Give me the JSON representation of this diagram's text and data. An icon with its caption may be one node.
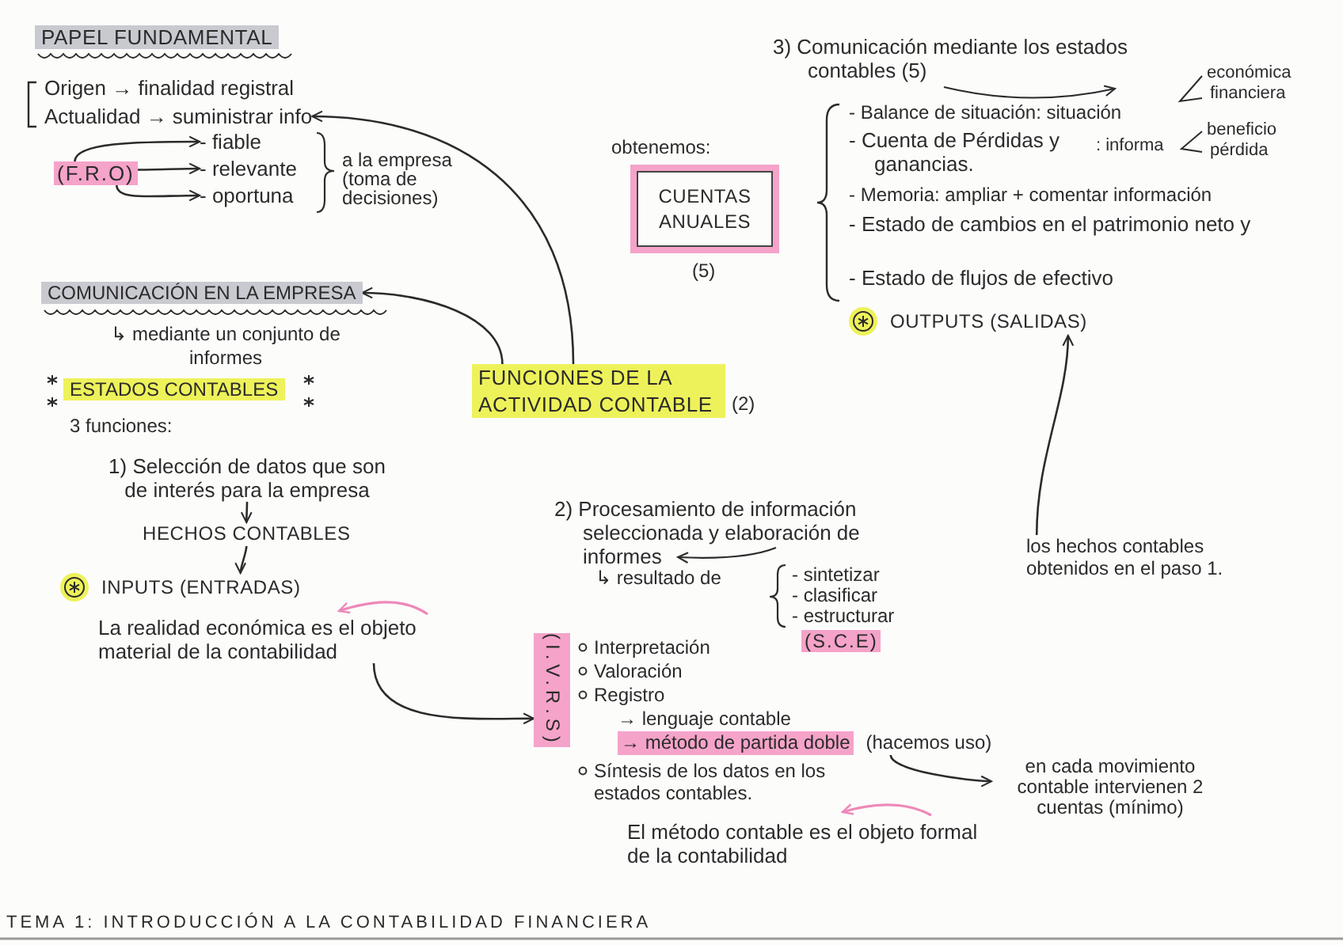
{
  "diagram": {
    "title": "TEMA 1: INTRODUCCIÓN A LA CONTABILIDAD FINANCIERA",
    "nodes": [
      {
        "text": [
          "PAPEL FUNDAMENTAL"
        ]
      },
      {
        "text": [
          "Actualidad → suministrar info"
        ]
      },
      {
        "text": [
          "(F.R.O)"
        ]
      },
      {
        "text": [
          "- fiable"
        ]
      },
      {
        "text": [
          "- relevante"
        ]
      },
      {
        "text": [
          "- oportuna"
        ]
      },
      {
        "text": [
          "COMUNICACIÓN EN LA EMPRESA"
        ]
      },
      {
        "text": [
          "ESTADOS CONTABLES"
        ]
      },
      {
        "text": [
          "1) Selección de datos que son de interés para la empresa"
        ]
      },
      {
        "text": [
          "HECHOS CONTABLES"
        ]
      },
      {
        "text": [
          "INPUTS (ENTRADAS)"
        ]
      },
      {
        "text": [
          "La realidad económica es el objeto material de la contabilidad"
        ]
      },
      {
        "text": [
          "FUNCIONES DE LA ACTIVIDAD CONTABLE"
        ],
        "beside": [
          "(2)"
        ]
      },
      {
        "text": [
          "obtenemos:",
          "CUENTAS ANUALES"
        ],
        "beside": [
          "(5)"
        ]
      },
      {
        "text": [
          "OUTPUTS (SALIDAS)"
        ]
      },
      {
        "text": [
          "2) Procesamiento de información seleccionada y elaboración de informes"
        ]
      },
      {
        "text": [
          "(S.C.E)"
        ]
      },
      {
        "text": [
          "los hechos contables obtenidos en el paso 1."
        ]
      },
      {
        "text": [
          "(I.V.R.S)"
        ]
      },
      {
        "text": [
          "→ método de partida doble",
          "(hacemos uso)"
        ]
      },
      {
        "text": [
          "en cada movimiento contable intervienen 2 cuentas (mínimo)"
        ]
      }
    ],
    "edges": [
      {
        "from": 12,
        "to": 1,
        "arrow": "to"
      },
      {
        "from": 12,
        "to": 6,
        "arrow": "to"
      },
      {
        "from": 2,
        "to": 3,
        "arrow": "to"
      },
      {
        "from": 2,
        "to": 4,
        "arrow": "to"
      },
      {
        "from": 2,
        "to": 5,
        "arrow": "to"
      },
      {
        "from": 8,
        "to": 9,
        "arrow": "to"
      },
      {
        "from": 9,
        "to": 10,
        "arrow": "to"
      },
      {
        "from": 11,
        "to": 18,
        "arrow": "to"
      },
      {
        "from": 17,
        "to": 14,
        "arrow": "to"
      },
      {
        "from": 19,
        "to": 20,
        "arrow": "to"
      }
    ],
    "labels": [
      "Origen → finalidad registral",
      "a la empresa (toma de decisiones)",
      "↳ mediante un conjunto de informes",
      "3 funciones:",
      "3) Comunicación mediante los estados contables (5)",
      "- Balance de situación: situación",
      "económica",
      "financiera",
      "- Cuenta de Pérdidas y ganancias.",
      ": informa",
      "beneficio",
      "pérdida",
      "- Memoria: ampliar + comentar información",
      "- Estado de cambios en el patrimonio neto y",
      "- Estado de flujos de efectivo",
      "↳ resultado de",
      "- sintetizar",
      "- clasificar",
      "- estructurar",
      "Interpretación",
      "Valoración",
      "Registro",
      "→ lenguaje contable",
      "Síntesis de los datos en los estados contables.",
      "El método contable es el objeto formal de la contabilidad"
    ]
  }
}
